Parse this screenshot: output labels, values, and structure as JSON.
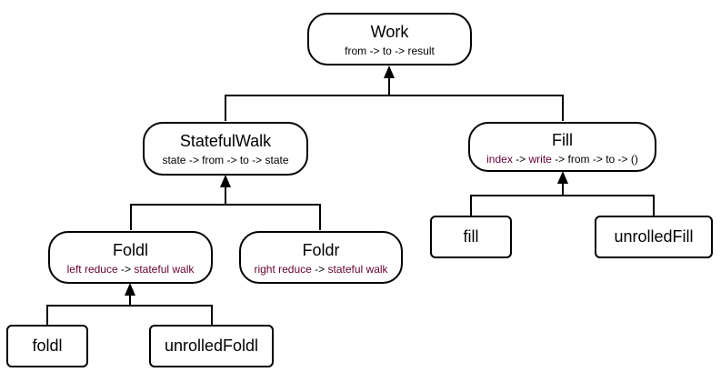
{
  "nodes": {
    "work": {
      "title": "Work",
      "subtitle": "from -> to -> result"
    },
    "stateful_walk": {
      "title": "StatefulWalk",
      "subtitle": "state -> from -> to -> state"
    },
    "fill": {
      "title": "Fill",
      "subtitle_parts": [
        "index",
        " -> ",
        "write",
        " -> from -> to -> ()"
      ]
    },
    "foldl": {
      "title": "Foldl",
      "subtitle_parts": [
        "left reduce",
        " -> ",
        "stateful walk"
      ]
    },
    "foldr": {
      "title": "Foldr",
      "subtitle_parts": [
        "right reduce",
        " -> ",
        "stateful walk"
      ]
    },
    "fill_leaf": {
      "title": "fill"
    },
    "unrolled_fill": {
      "title": "unrolledFill"
    },
    "foldl_leaf": {
      "title": "foldl"
    },
    "unrolled_foldl": {
      "title": "unrolledFoldl"
    }
  },
  "colors": {
    "line": "#000000",
    "keyword": "#660033"
  }
}
